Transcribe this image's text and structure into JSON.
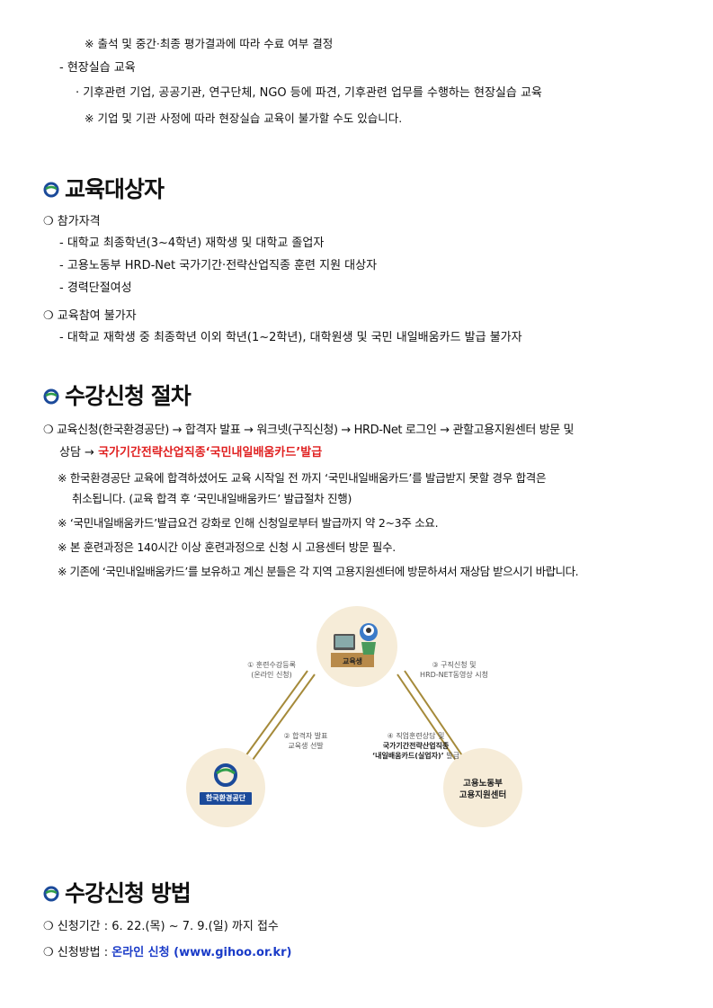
{
  "intro": {
    "note1": "※ 출석 및 중간·최종 평가결과에 따라 수료 여부 결정",
    "item_field": "- 현장실습 교육",
    "field_desc": "· 기후관련 기업, 공공기관, 연구단체, NGO 등에 파견, 기후관련 업무를 수행하는 현장실습 교육",
    "note2": "※ 기업 및 기관 사정에 따라 현장실습 교육이 불가할 수도 있습니다."
  },
  "section1": {
    "title": "교육대상자",
    "eligible_head": "❍ 참가자격",
    "eligible_items": [
      "- 대학교 최종학년(3~4학년) 재학생 및 대학교 졸업자",
      "- 고용노동부 HRD-Net 국가기간·전략산업직종 훈련 지원 대상자",
      "- 경력단절여성"
    ],
    "ineligible_head": "❍ 교육참여 불가자",
    "ineligible_items": [
      "- 대학교 재학생 중 최종학년 이외 학년(1~2학년), 대학원생 및 국민 내일배움카드 발급 불가자"
    ]
  },
  "section2": {
    "title": "수강신청 절차",
    "flow_line1": "❍ 교육신청(한국환경공단) → 합격자 발표 → 워크넷(구직신청) → HRD-Net 로그인 → 관할고용지원센터 방문 및",
    "flow_line2_prefix": "상담 → ",
    "flow_line2_highlight": "국가기간전략산업직종‘국민내일배움카드’발급",
    "notes": [
      "※ 한국환경공단 교육에 합격하셨어도 교육 시작일 전 까지 ‘국민내일배움카드’를 발급받지 못할 경우 합격은",
      "취소됩니다. (교육 합격 후 ‘국민내일배움카드’ 발급절차 진행)",
      "※ ‘국민내일배움카드’발급요건 강화로 인해 신청일로부터 발급까지 약 2~3주 소요.",
      "※ 본 훈련과정은 140시간 이상 훈련과정으로 신청 시 고용센터 방문 필수.",
      "※ 기존에 ‘국민내일배움카드’를 보유하고 계신 분들은 각 지역 고용지원센터에 방문하셔서 재상담 받으시기 바랍니다."
    ]
  },
  "diagram": {
    "top_label": "교육생",
    "left_label": "한국환경공단",
    "right_label_1": "고용노동부",
    "right_label_2": "고용지원센터",
    "step1_a": "① 훈련수강등록",
    "step1_b": "(온라인 신청)",
    "step2_a": "② 합격자 발표",
    "step2_b": "교육생 선발",
    "step3_a": "③ 구직신청 및",
    "step3_b": "HRD-NET동영상 시청",
    "step4_a": "④ 직업훈련상담 및",
    "step4_b": "국가기간전략산업직종",
    "step4_c": "‘내일배움카드(실업자)’",
    "step4_d": " 발급",
    "colors": {
      "circle": "#f6ecd8",
      "line": "#a58a3a",
      "logo_green": "#2f9e4a",
      "logo_blue": "#1b4a9a"
    }
  },
  "section3": {
    "title": "수강신청 방법",
    "period": "❍ 신청기간 : 6. 22.(목) ~ 7. 9.(일) 까지 접수",
    "method_prefix": "❍ 신청방법 : ",
    "method_highlight": "온라인 신청 (www.gihoo.or.kr)"
  }
}
